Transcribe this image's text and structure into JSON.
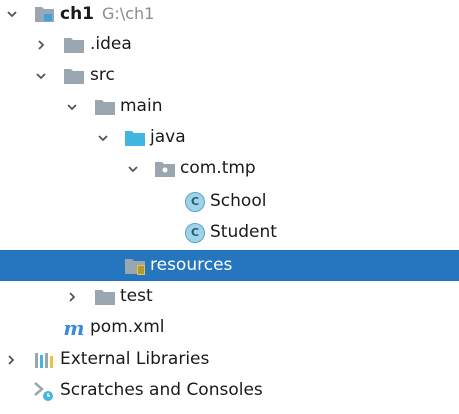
{
  "project_tree": {
    "root": {
      "name": "ch1",
      "path": "G:\\ch1"
    },
    "idea": {
      "name": ".idea"
    },
    "src": {
      "name": "src"
    },
    "main": {
      "name": "main"
    },
    "java": {
      "name": "java"
    },
    "package": {
      "name": "com.tmp"
    },
    "class_school": {
      "name": "School",
      "badge": "C"
    },
    "class_student": {
      "name": "Student",
      "badge": "C"
    },
    "resources": {
      "name": "resources"
    },
    "test": {
      "name": "test"
    },
    "pom": {
      "name": "pom.xml",
      "icon_glyph": "m"
    },
    "external_libraries": {
      "name": "External Libraries"
    },
    "scratches": {
      "name": "Scratches and Consoles"
    }
  },
  "colors": {
    "selection": "#2675bf",
    "folder": "#9aa7b0",
    "source_folder": "#40b6e0",
    "class_badge": "#9fd3ea"
  }
}
